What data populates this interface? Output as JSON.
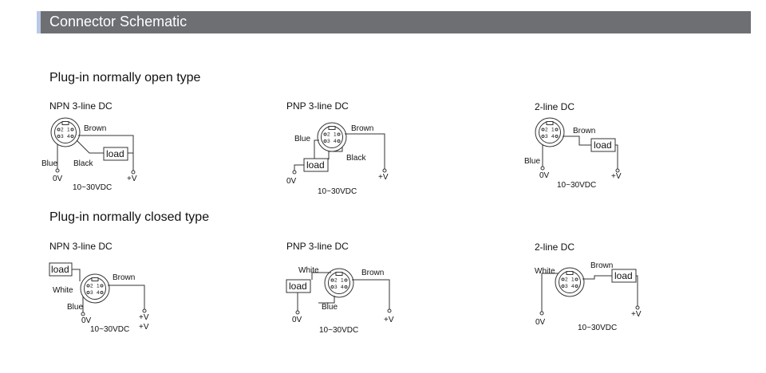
{
  "header": {
    "title": "Connector Schematic",
    "bar_color": "#6e6f73",
    "accent_color": "#b9c8e6"
  },
  "sections": [
    {
      "title": "Plug-in normally open type",
      "diagrams": [
        {
          "title": "NPN 3-line DC",
          "labels": {
            "brown": "Brown",
            "blue": "Blue",
            "black": "Black",
            "load": "load",
            "zero_v": "0V",
            "plus_v": "+V",
            "voltage": "10~30VDC"
          },
          "pins": {
            "p2": "2",
            "p1": "1",
            "p3": "3",
            "p4": "4"
          }
        },
        {
          "title": "PNP 3-line DC",
          "labels": {
            "brown": "Brown",
            "blue": "Blue",
            "black": "Black",
            "load": "load",
            "zero_v": "0V",
            "plus_v": "+V",
            "voltage": "10~30VDC"
          },
          "pins": {
            "p2": "2",
            "p1": "1",
            "p3": "3",
            "p4": "4"
          }
        },
        {
          "title": "2-line DC",
          "labels": {
            "brown": "Brown",
            "blue": "Blue",
            "load": "load",
            "zero_v": "0V",
            "plus_v": "+V",
            "voltage": "10~30VDC"
          },
          "pins": {
            "p2": "2",
            "p1": "1",
            "p3": "3",
            "p4": "4"
          }
        }
      ]
    },
    {
      "title": "Plug-in normally closed type",
      "diagrams": [
        {
          "title": "NPN 3-line DC",
          "labels": {
            "brown": "Brown",
            "white": "White",
            "blue": "Blue",
            "load": "load",
            "zero_v": "0V",
            "plus_v": "+V",
            "plus_v2": "+V",
            "voltage": "10~30VDC"
          },
          "pins": {
            "p2": "2",
            "p1": "1",
            "p3": "3",
            "p4": "4"
          }
        },
        {
          "title": "PNP 3-line DC",
          "labels": {
            "brown": "Brown",
            "white": "White",
            "blue": "Blue",
            "load": "load",
            "zero_v": "0V",
            "plus_v": "+V",
            "voltage": "10~30VDC"
          },
          "pins": {
            "p2": "2",
            "p1": "1",
            "p3": "3",
            "p4": "4"
          }
        },
        {
          "title": "2-line DC",
          "labels": {
            "brown": "Brown",
            "white": "White",
            "load": "load",
            "zero_v": "0V",
            "plus_v": "+V",
            "voltage": "10~30VDC"
          },
          "pins": {
            "p2": "2",
            "p1": "1",
            "p3": "3",
            "p4": "4"
          }
        }
      ]
    }
  ]
}
